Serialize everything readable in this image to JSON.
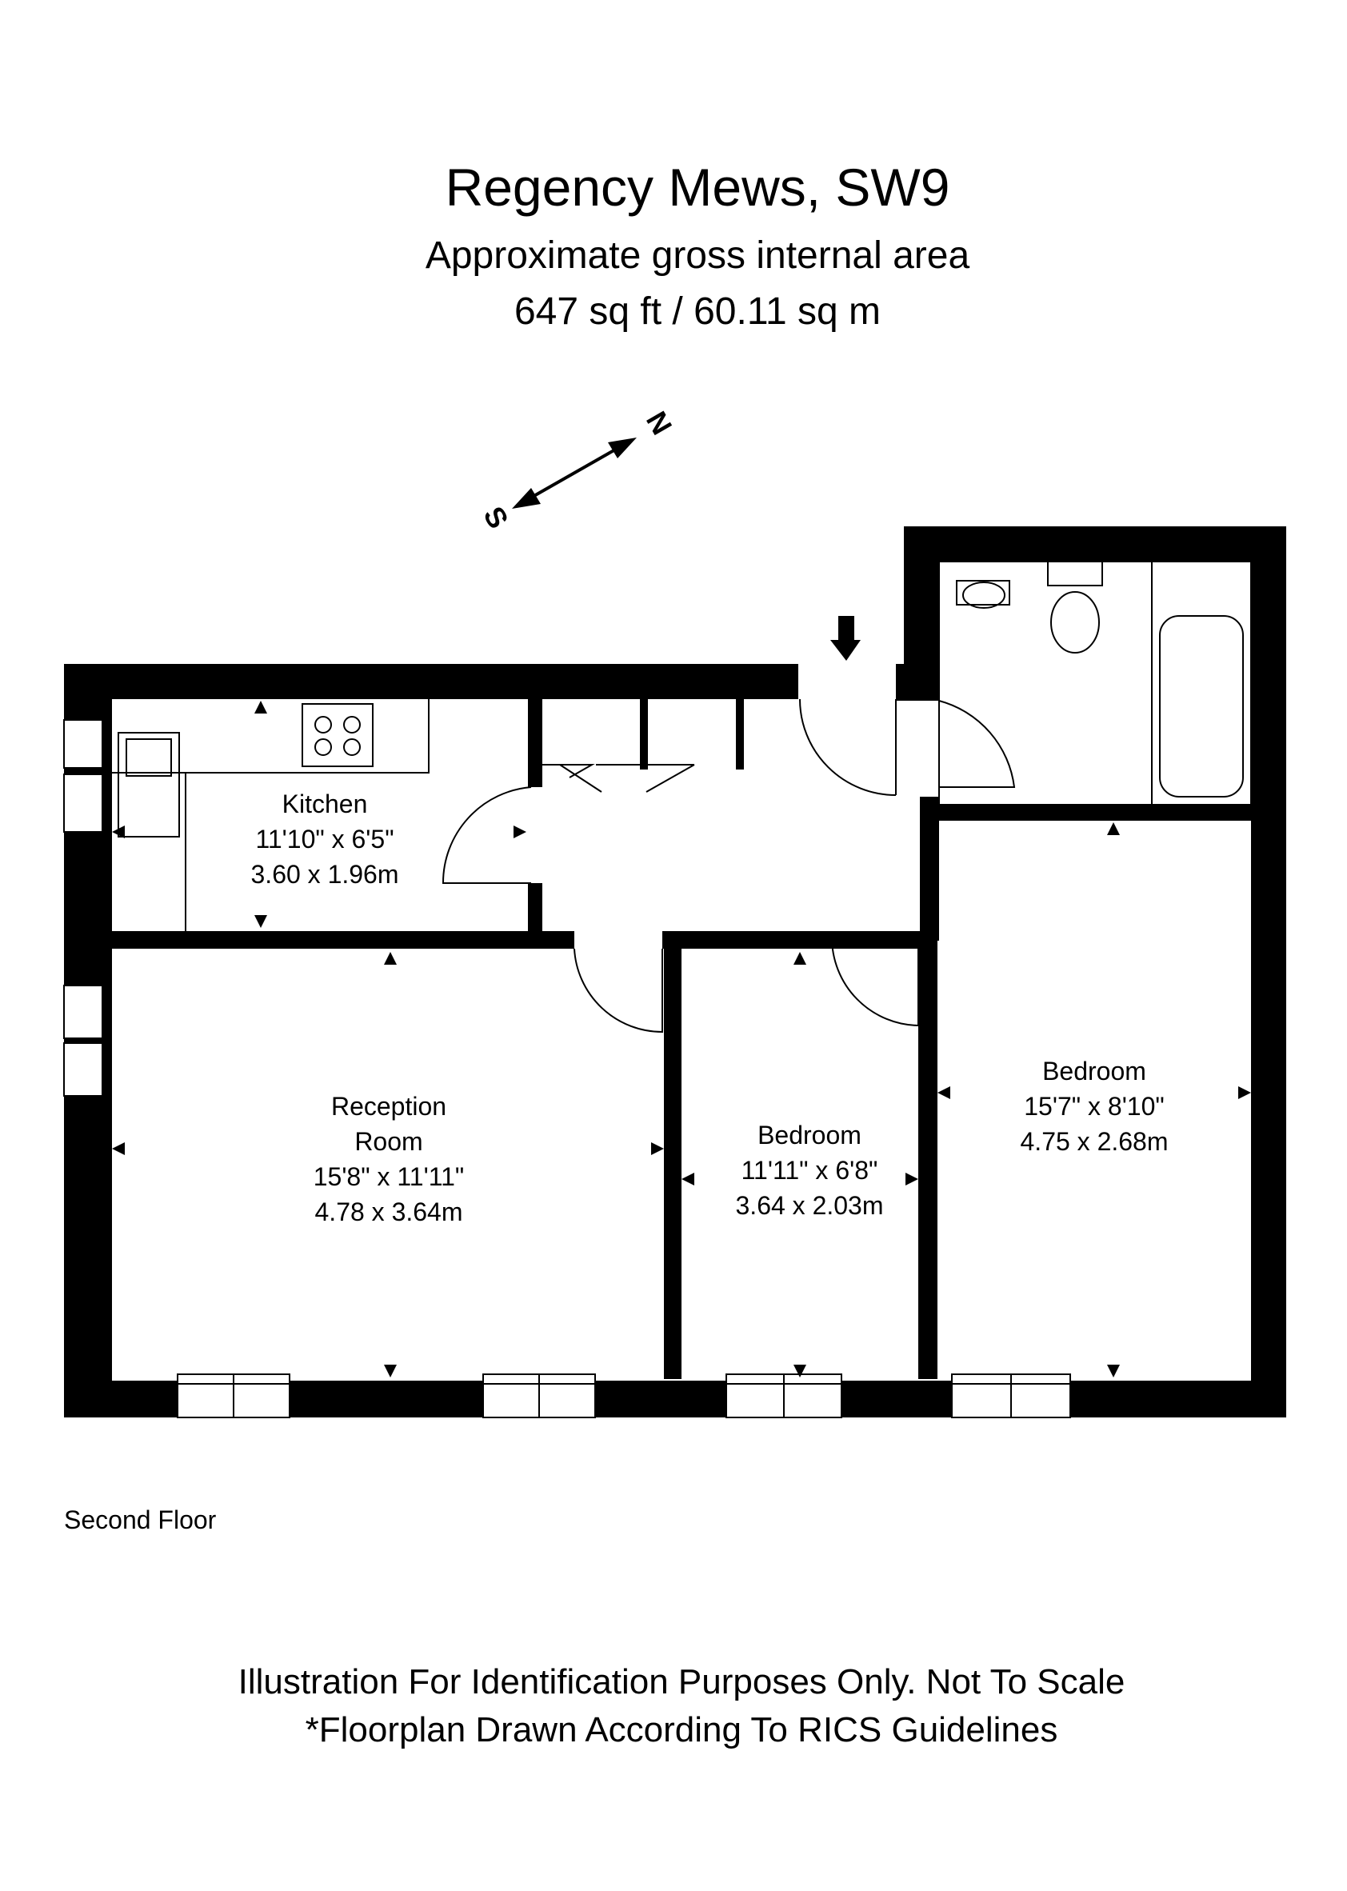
{
  "header": {
    "title": "Regency Mews, SW9",
    "subtitle": "Approximate gross internal area",
    "area": "647 sq ft  / 60.11 sq m"
  },
  "compass": {
    "north": "N",
    "south": "S"
  },
  "rooms": {
    "kitchen": {
      "name": "Kitchen",
      "imperial": "11'10\" x 6'5\"",
      "metric": "3.60 x 1.96m"
    },
    "reception": {
      "name_line1": "Reception",
      "name_line2": "Room",
      "imperial": "15'8\" x 11'11\"",
      "metric": "4.78 x 3.64m"
    },
    "bedroom1": {
      "name": "Bedroom",
      "imperial": "11'11\" x 6'8\"",
      "metric": "3.64 x 2.03m"
    },
    "bedroom2": {
      "name": "Bedroom",
      "imperial": "15'7\" x 8'10\"",
      "metric": "4.75 x 2.68m"
    }
  },
  "floor_label": "Second Floor",
  "footer": {
    "line1": "Illustration For Identification Purposes Only. Not To Scale",
    "line2": "*Floorplan Drawn According To RICS Guidelines"
  },
  "colors": {
    "wall": "#000000",
    "background": "#ffffff"
  }
}
